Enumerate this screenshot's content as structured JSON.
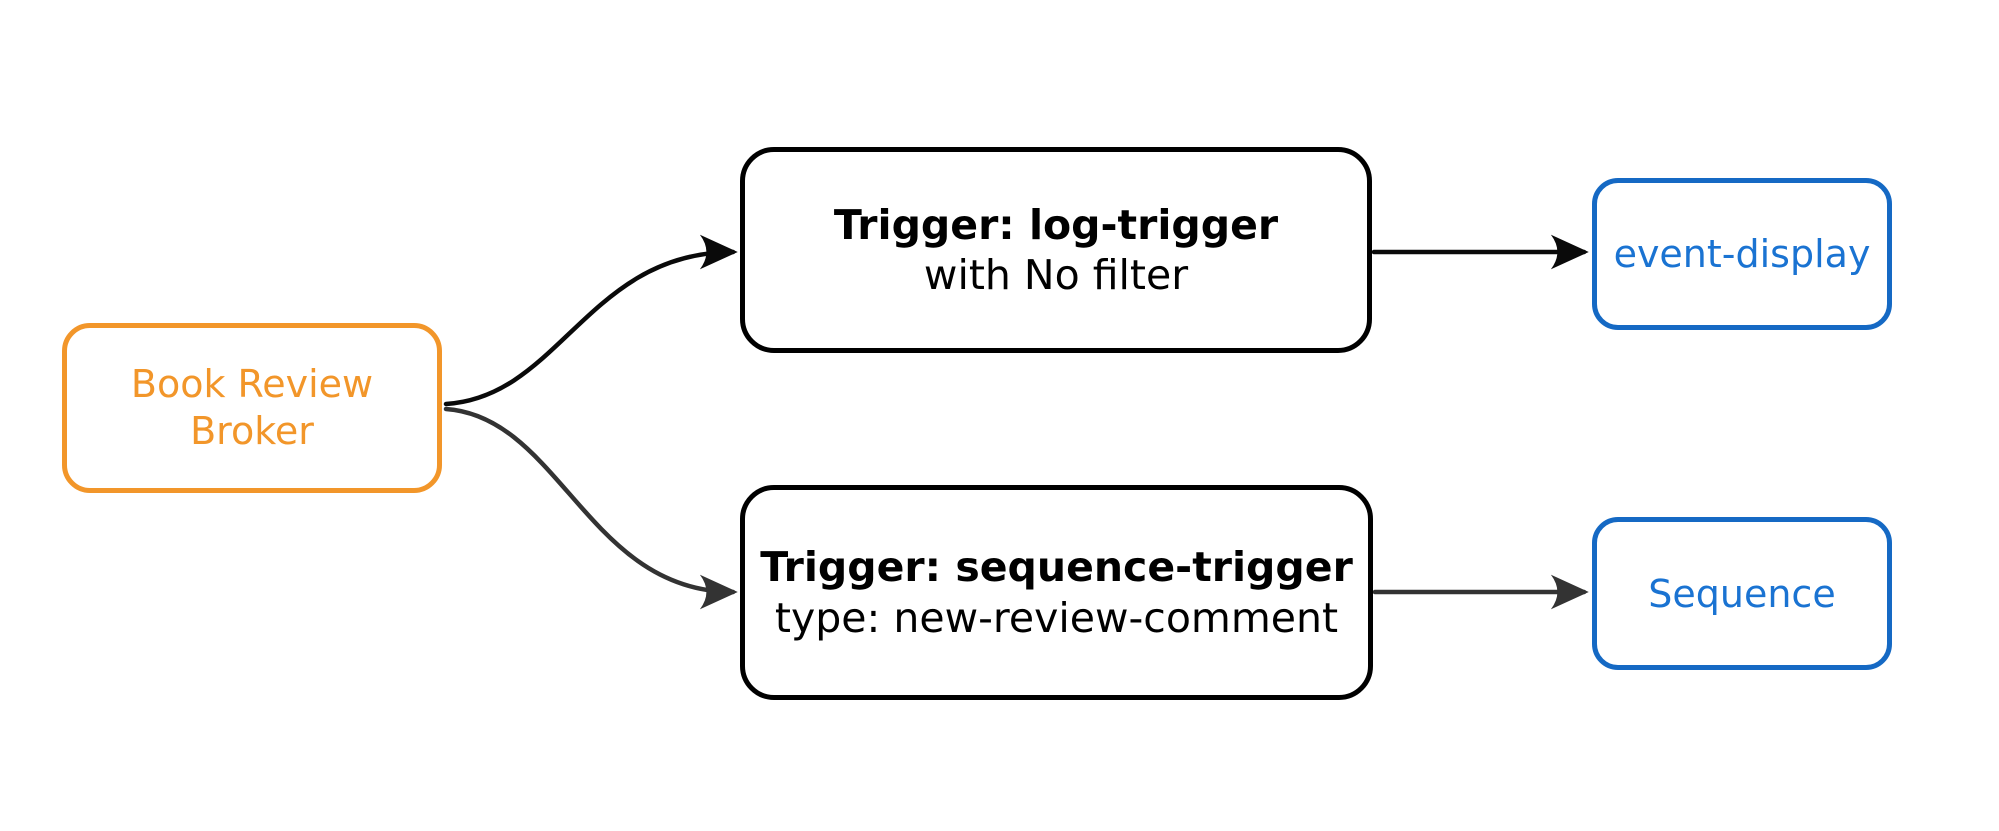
{
  "colors": {
    "background": "#ffffff",
    "broker_border": "#F2962A",
    "broker_text": "#F2962A",
    "trigger_border": "#000000",
    "trigger_text": "#000000",
    "output_border": "#1569C4",
    "output_text": "#1A73D2",
    "edge_top": "#0A0A0A",
    "edge_bottom": "#333333"
  },
  "diagram": {
    "nodes": {
      "broker": {
        "label": "Book Review Broker",
        "lines": [
          "Book Review",
          "Broker"
        ]
      },
      "log_trigger": {
        "title": "Trigger: log-trigger",
        "subtitle": "with No filter"
      },
      "sequence_trigger": {
        "title": "Trigger: sequence-trigger",
        "subtitle": "type: new-review-comment"
      },
      "event_display": {
        "label": "event-display"
      },
      "sequence": {
        "label": "Sequence"
      }
    },
    "edges": [
      {
        "from": "Book Review Broker",
        "to": "Trigger: log-trigger"
      },
      {
        "from": "Book Review Broker",
        "to": "Trigger: sequence-trigger"
      },
      {
        "from": "Trigger: log-trigger",
        "to": "event-display"
      },
      {
        "from": "Trigger: sequence-trigger",
        "to": "Sequence"
      }
    ]
  }
}
